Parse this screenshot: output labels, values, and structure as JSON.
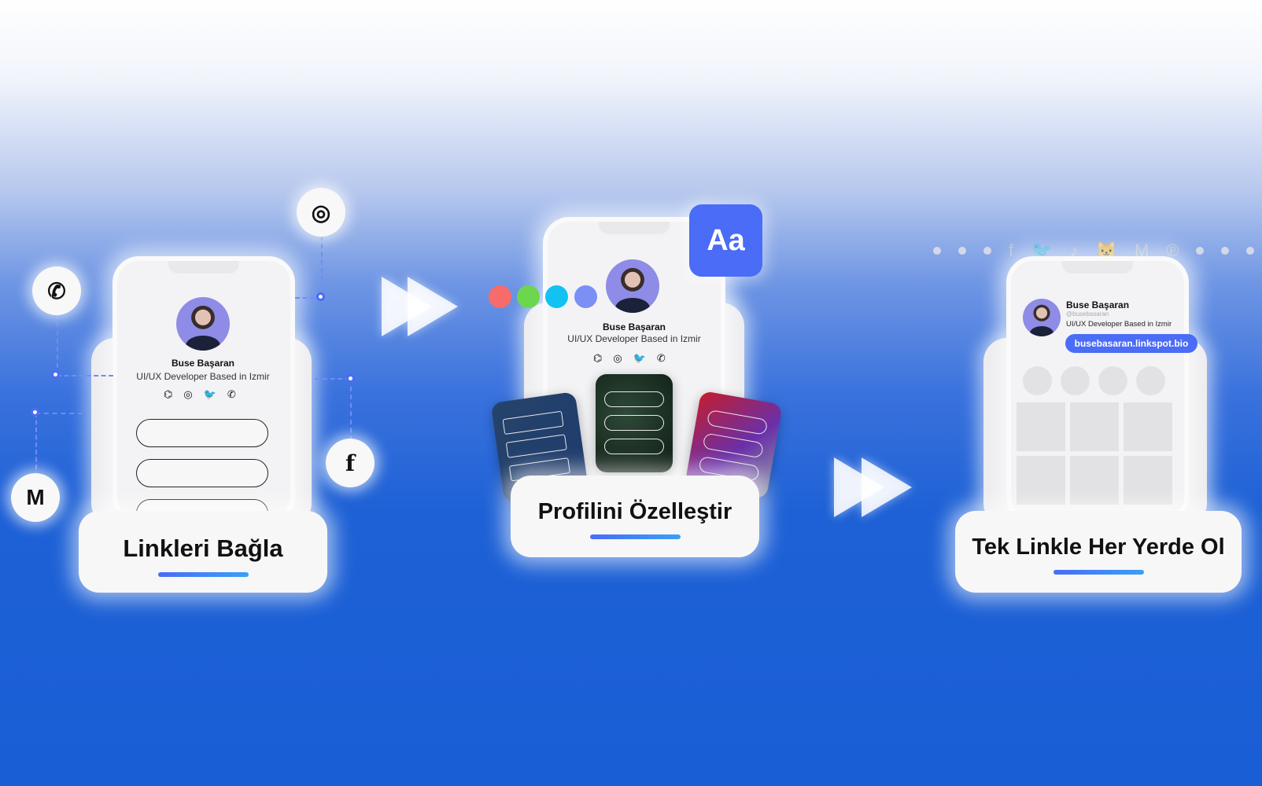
{
  "profile": {
    "name": "Buse Başaran",
    "handle": "@busebasaran",
    "bio": "UI/UX Developer Based in Izmir",
    "link": "busebasaran.linkspot.bio"
  },
  "steps": [
    {
      "title": "Linkleri Bağla"
    },
    {
      "title": "Profilini Özelleştir"
    },
    {
      "title": "Tek Linkle Her Yerde Ol"
    }
  ],
  "font_badge": "Aa",
  "color_swatches": [
    "#f76b6b",
    "#6cd64f",
    "#12c2f3",
    "#7b8ff5"
  ],
  "accent": "#4a6cf7",
  "social_icons": [
    "github-icon",
    "instagram-icon",
    "twitter-icon",
    "whatsapp-icon"
  ],
  "floating_icons": {
    "whatsapp": "✆",
    "instagram": "◎",
    "facebook": "f",
    "medium": "M"
  },
  "top_icons": [
    "f",
    "🐦",
    "♪",
    "🐱",
    "M",
    "℗"
  ]
}
